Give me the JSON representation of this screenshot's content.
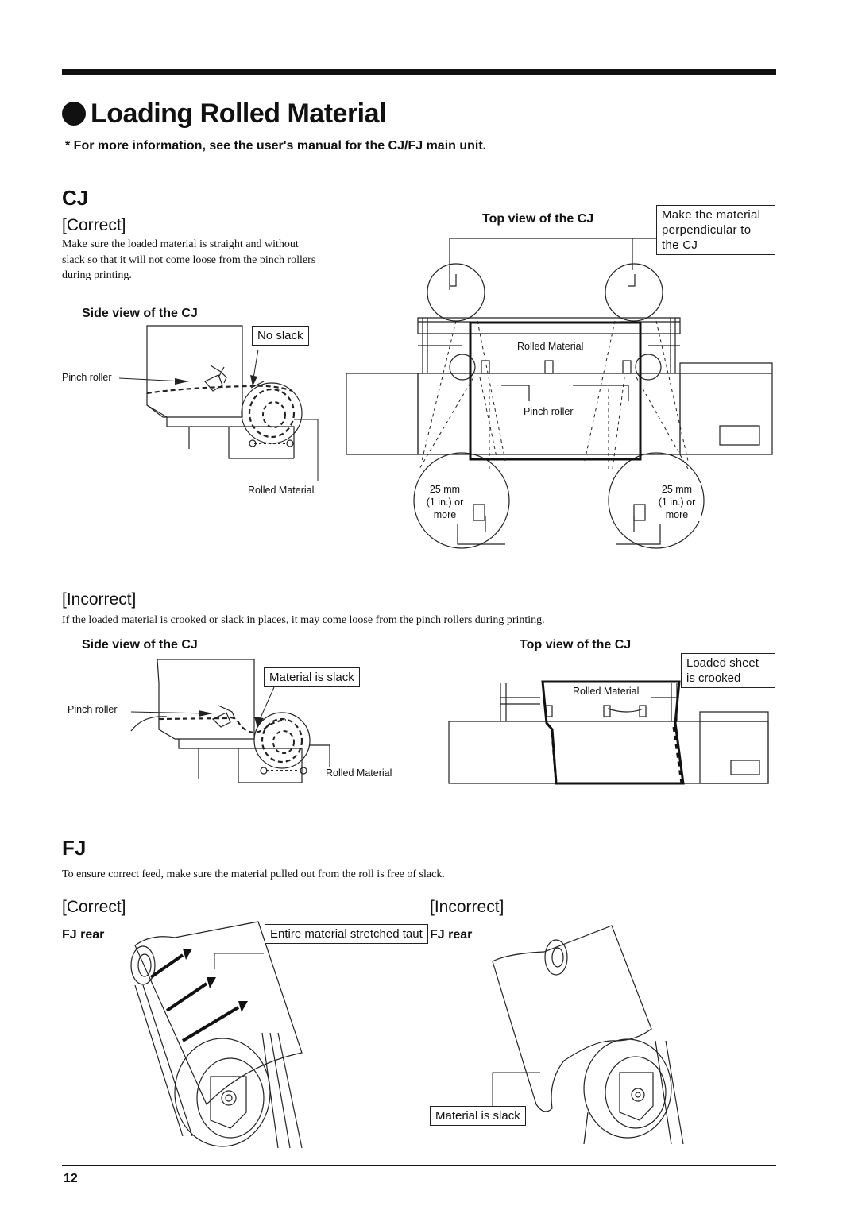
{
  "page": {
    "title": "Loading Rolled Material",
    "note": "* For more information, see the user's manual for the CJ/FJ main unit.",
    "page_number": "12"
  },
  "cj": {
    "heading": "CJ",
    "correct": {
      "heading": "[Correct]",
      "text": "Make sure the loaded material is straight and without slack so that it will not come loose from the pinch rollers during printing.",
      "side_view_title": "Side view of the CJ",
      "side_no_slack": "No slack",
      "side_pinch_roller": "Pinch roller",
      "side_rolled_material": "Rolled Material",
      "top_view_title": "Top view of the CJ",
      "top_callout": "Make the material perpendicular to the CJ",
      "top_rolled_material": "Rolled Material",
      "top_pinch_roller": "Pinch roller",
      "detail_left": [
        "25 mm",
        "(1 in.) or",
        "more"
      ],
      "detail_right": [
        "25 mm",
        "(1 in.) or",
        "more"
      ]
    },
    "incorrect": {
      "heading": "[Incorrect]",
      "text": "If the loaded material is crooked or slack in places, it may come loose from the pinch rollers during printing.",
      "side_view_title": "Side view of the CJ",
      "side_material_slack": "Material is slack",
      "side_pinch_roller": "Pinch roller",
      "side_rolled_material": "Rolled Material",
      "top_view_title": "Top view of the CJ",
      "top_callout": "Loaded sheet is crooked",
      "top_rolled_material": "Rolled Material"
    }
  },
  "fj": {
    "heading": "FJ",
    "text": "To ensure correct feed, make sure the material pulled out from the roll is free of slack.",
    "correct": {
      "heading": "[Correct]",
      "view_title": "FJ rear",
      "callout": "Entire material stretched taut"
    },
    "incorrect": {
      "heading": "[Incorrect]",
      "view_title": "FJ rear",
      "callout": "Material is slack"
    }
  }
}
